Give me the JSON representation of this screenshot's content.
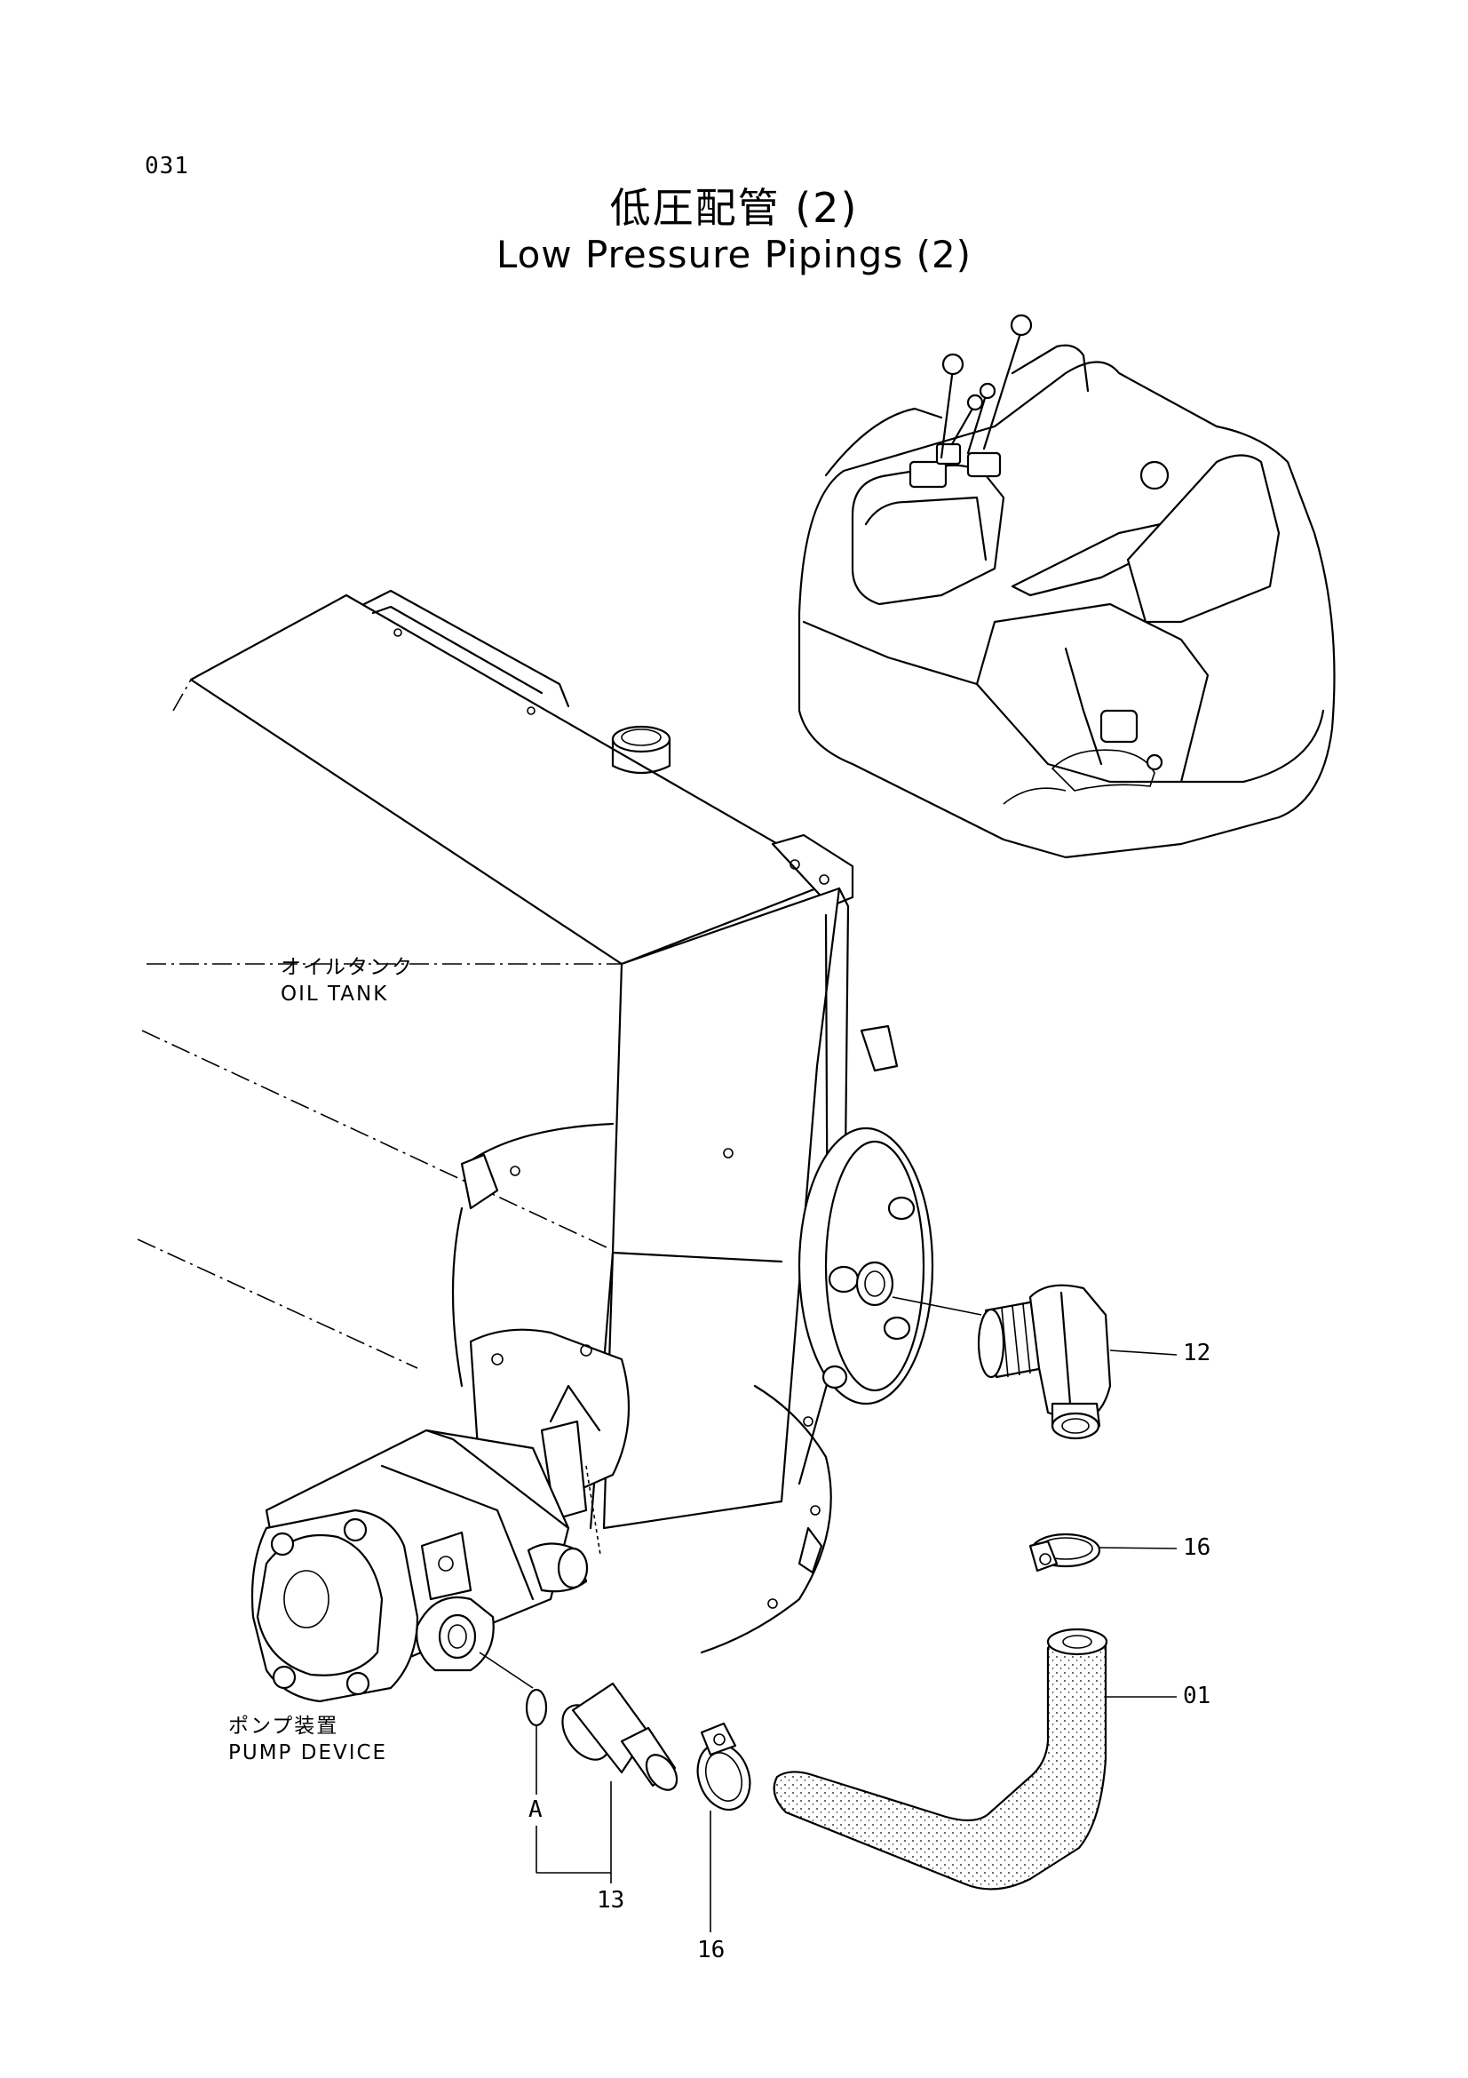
{
  "page": {
    "number": "031"
  },
  "title": {
    "ja": "低圧配管 (2)",
    "en": "Low Pressure Pipings (2)"
  },
  "labels": {
    "oil_tank_ja": "オイルタンク",
    "oil_tank_en": "OIL TANK",
    "pump_ja": "ポンプ装置",
    "pump_en": "PUMP DEVICE",
    "ref_a": "A"
  },
  "callouts": {
    "c12": "12",
    "c16_right": "16",
    "c01": "01",
    "c13": "13",
    "c16_bottom": "16"
  }
}
